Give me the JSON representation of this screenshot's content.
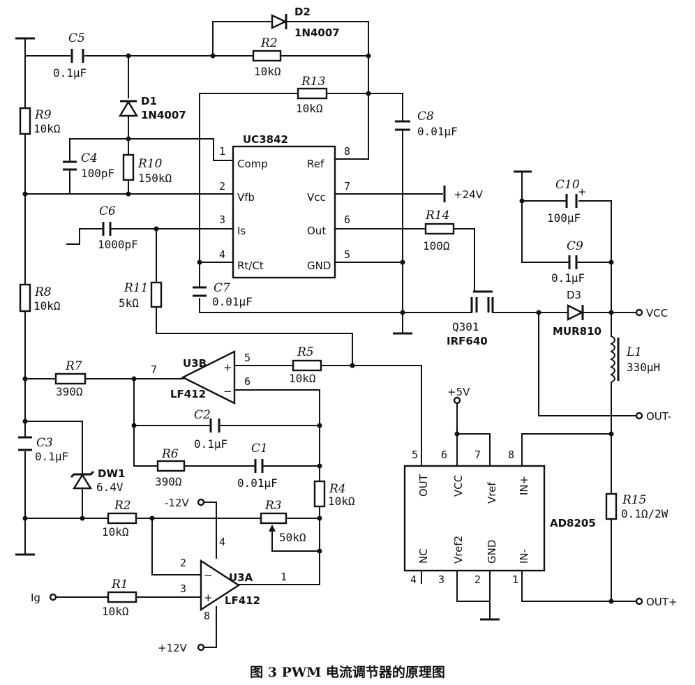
{
  "caption": "图 3  PWM 电流调节器的原理图",
  "uc3842": {
    "name": "UC3842",
    "pins_left": [
      {
        "num": "1",
        "label": "Comp"
      },
      {
        "num": "2",
        "label": "Vfb"
      },
      {
        "num": "3",
        "label": "Is"
      },
      {
        "num": "4",
        "label": "Rt/Ct"
      }
    ],
    "pins_right": [
      {
        "num": "8",
        "label": "Ref"
      },
      {
        "num": "7",
        "label": "Vcc"
      },
      {
        "num": "6",
        "label": "Out"
      },
      {
        "num": "5",
        "label": "GND"
      }
    ]
  },
  "ad8205": {
    "name": "AD8205",
    "pins_top": [
      {
        "num": "5",
        "label": "OUT"
      },
      {
        "num": "6",
        "label": "VCC"
      },
      {
        "num": "7",
        "label": "Vref"
      },
      {
        "num": "8",
        "label": "IN+"
      }
    ],
    "pins_bottom": [
      {
        "num": "4",
        "label": "NC"
      },
      {
        "num": "3",
        "label": "Vref2"
      },
      {
        "num": "2",
        "label": "GND"
      },
      {
        "num": "1",
        "label": "IN-"
      }
    ]
  },
  "opamps": {
    "u3b": {
      "name": "U3B",
      "part": "LF412",
      "out": "7",
      "in_plus": "5",
      "in_minus": "6"
    },
    "u3a": {
      "name": "U3A",
      "part": "LF412",
      "out": "1",
      "in_minus": "2",
      "in_plus": "3",
      "v_neg_pin": "4",
      "v_pos_pin": "8"
    }
  },
  "components": {
    "c5": {
      "ref": "C5",
      "value": "0.1μF"
    },
    "d2": {
      "ref": "D2",
      "value": "1N4007"
    },
    "r2top": {
      "ref": "R2",
      "value": "10kΩ"
    },
    "r13": {
      "ref": "R13",
      "value": "10kΩ"
    },
    "d1": {
      "ref": "D1",
      "value": "1N4007"
    },
    "r9": {
      "ref": "R9",
      "value": "10kΩ"
    },
    "c4": {
      "ref": "C4",
      "value": "100pF"
    },
    "r10": {
      "ref": "R10",
      "value": "150kΩ"
    },
    "c8": {
      "ref": "C8",
      "value": "0.01μF"
    },
    "c6": {
      "ref": "C6",
      "value": "1000pF"
    },
    "r11": {
      "ref": "R11",
      "value": "5kΩ"
    },
    "c7": {
      "ref": "C7",
      "value": "0.01μF"
    },
    "r14": {
      "ref": "R14",
      "value": "100Ω"
    },
    "r8": {
      "ref": "R8",
      "value": "10kΩ"
    },
    "q301": {
      "ref": "Q301",
      "value": "IRF640"
    },
    "c10": {
      "ref": "C10",
      "value": "100μF"
    },
    "c9": {
      "ref": "C9",
      "value": "0.1μF"
    },
    "d3": {
      "ref": "D3",
      "value": "MUR810"
    },
    "l1": {
      "ref": "L1",
      "value": "330μH"
    },
    "r7": {
      "ref": "R7",
      "value": "390Ω"
    },
    "r5": {
      "ref": "R5",
      "value": "10kΩ"
    },
    "c2": {
      "ref": "C2",
      "value": "0.1μF"
    },
    "r6": {
      "ref": "R6",
      "value": "390Ω"
    },
    "c1": {
      "ref": "C1",
      "value": "0.01μF"
    },
    "r4": {
      "ref": "R4",
      "value": "10kΩ"
    },
    "c3": {
      "ref": "C3",
      "value": "0.1μF"
    },
    "dw1": {
      "ref": "DW1",
      "value": "6.4V"
    },
    "r2": {
      "ref": "R2",
      "value": "10kΩ"
    },
    "r3": {
      "ref": "R3",
      "value": "50kΩ"
    },
    "r1": {
      "ref": "R1",
      "value": "10kΩ"
    },
    "r15": {
      "ref": "R15",
      "value": "0.1Ω/2W"
    }
  },
  "terminals": {
    "vcc": "VCC",
    "out_minus": "OUT-",
    "out_plus": "OUT+",
    "plus24": "+24V",
    "plus5": "+5V",
    "minus12": "-12V",
    "plus12": "+12V",
    "ig": "Ig"
  },
  "polarity": {
    "plus": "+",
    "minus": "−"
  }
}
